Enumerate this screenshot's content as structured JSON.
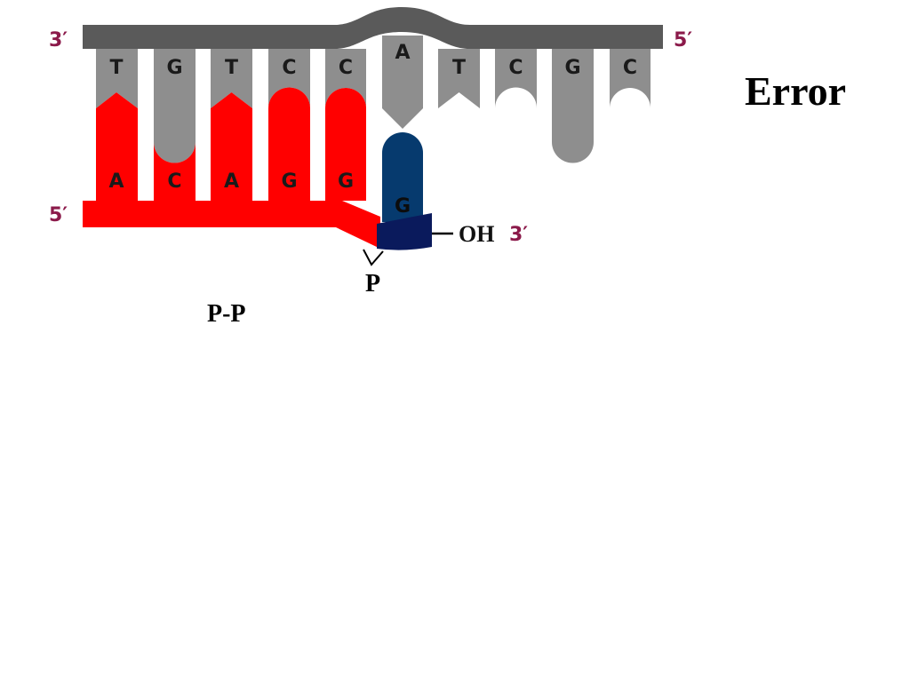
{
  "colors": {
    "template": "#5a5a5a",
    "template_base": "#8e8e8e",
    "primer": "#ff0000",
    "mismatch": "#063a6e",
    "mismatch_sugar": "#0a1a5c",
    "end_label": "#8b1a4a"
  },
  "template_strand": {
    "left_end": "3′",
    "right_end": "5′",
    "bases": [
      "T",
      "G",
      "T",
      "C",
      "C",
      "A",
      "T",
      "C",
      "G",
      "C"
    ]
  },
  "new_strand": {
    "left_end": "5′",
    "bases": [
      "A",
      "C",
      "A",
      "G",
      "G"
    ],
    "mismatched_base": "G",
    "hydroxyl_label": "OH",
    "right_end": "3′",
    "phosphate_label": "P"
  },
  "bond_label": "P-P",
  "title": "Error"
}
